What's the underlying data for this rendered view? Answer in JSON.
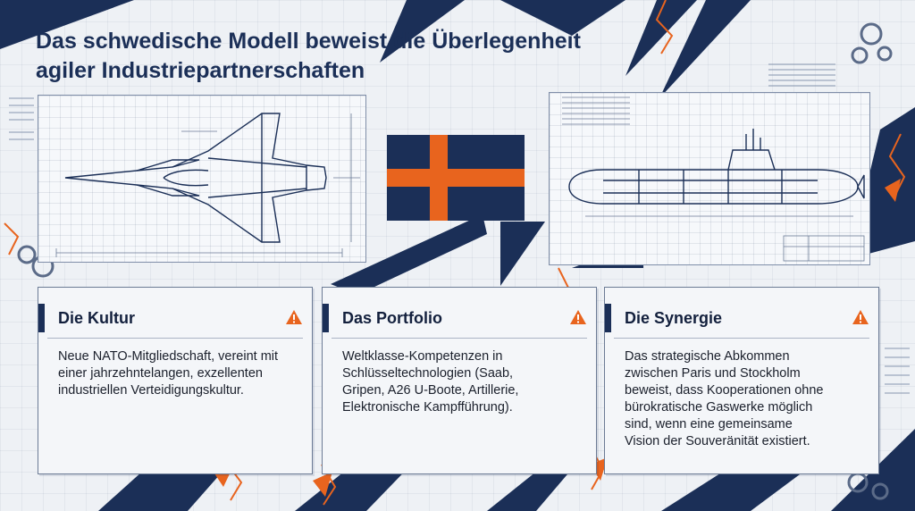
{
  "slide": {
    "title_line1": "Das schwedische Modell beweist die Überlegenheit",
    "title_line2": "agiler Industriepartnerschaften"
  },
  "illustrations": {
    "jet": "fighter-jet-blueprint-icon",
    "flag": "swedish-flag-icon",
    "submarine": "submarine-blueprint-icon"
  },
  "cards": [
    {
      "title": "Die Kultur",
      "icon": "warning-icon",
      "body": "Neue NATO-Mitgliedschaft, vereint mit einer jahrzehntelangen, exzellenten industriellen Verteidigungskultur."
    },
    {
      "title": "Das Portfolio",
      "icon": "warning-icon",
      "body": "Weltklasse-Kompetenzen in Schlüsseltechnologien (Saab, Gripen, A26 U-Boote, Artillerie, Elektronische Kampfführung)."
    },
    {
      "title": "Die Synergie",
      "icon": "warning-icon",
      "body": "Das strategische Abkommen zwischen Paris und Stockholm beweist, dass Kooperationen ohne bürokratische Gaswerke möglich sind, wenn eine gemeinsame Vision der Souveränität existiert."
    }
  ],
  "colors": {
    "navy": "#1b2f57",
    "orange": "#e8641e",
    "background": "#eef1f5"
  }
}
